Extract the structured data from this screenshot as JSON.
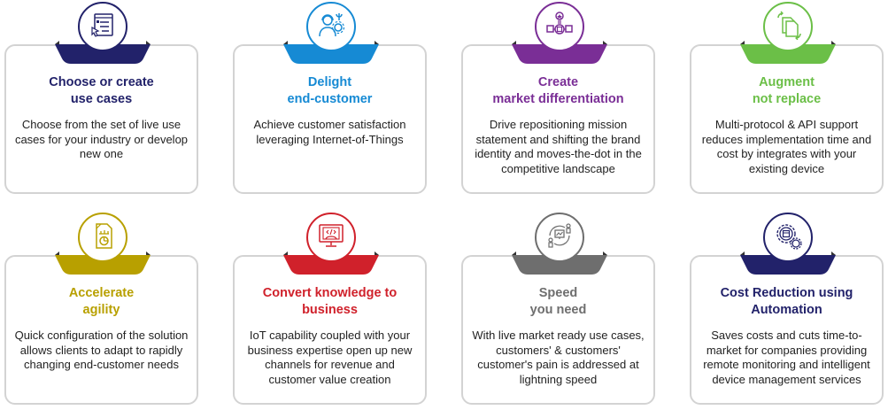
{
  "cards": [
    {
      "title_line1": "Choose or create",
      "title_line2": "use cases",
      "desc": "Choose from the set of live use cases for your industry or develop new one",
      "color": "#22226a",
      "icon": "web-page-cursor-icon"
    },
    {
      "title_line1": "Delight",
      "title_line2": "end-customer",
      "desc": "Achieve customer satisfaction leveraging Internet-of-Things",
      "color": "#168ad4",
      "icon": "support-agent-gear-icon"
    },
    {
      "title_line1": "Create",
      "title_line2": "market differentiation",
      "desc": "Drive repositioning mission statement and shifting the brand identity and moves-the-dot in the competitive landscape",
      "color": "#7a2e96",
      "icon": "badge-network-icon"
    },
    {
      "title_line1": "Augment",
      "title_line2": "not replace",
      "desc": "Multi-protocol & API support reduces implementation time and cost by integrates with your existing device",
      "color": "#6bbf47",
      "icon": "documents-sync-icon"
    },
    {
      "title_line1": "Accelerate",
      "title_line2": "agility",
      "desc": "Quick configuration of the solution allows clients to adapt to rapidly changing end-customer needs",
      "color": "#b8a000",
      "icon": "report-clock-icon"
    },
    {
      "title_line1": "Convert knowledge to",
      "title_line2": "business",
      "desc": "IoT capability coupled with your business expertise open up new channels for revenue and customer value creation",
      "color": "#d0212b",
      "icon": "monitor-code-icon"
    },
    {
      "title_line1": "Speed",
      "title_line2": "you need",
      "desc": "With live market ready use cases, customers' & customers' customer's pain is addressed at lightning speed",
      "color": "#6e6e6e",
      "icon": "cycle-users-chart-icon"
    },
    {
      "title_line1": "Cost Reduction using",
      "title_line2": "Automation",
      "desc": "Saves costs and cuts time-to-market for companies providing remote monitoring and intelligent device management services",
      "color": "#22226a",
      "icon": "gear-box-automation-icon"
    }
  ]
}
